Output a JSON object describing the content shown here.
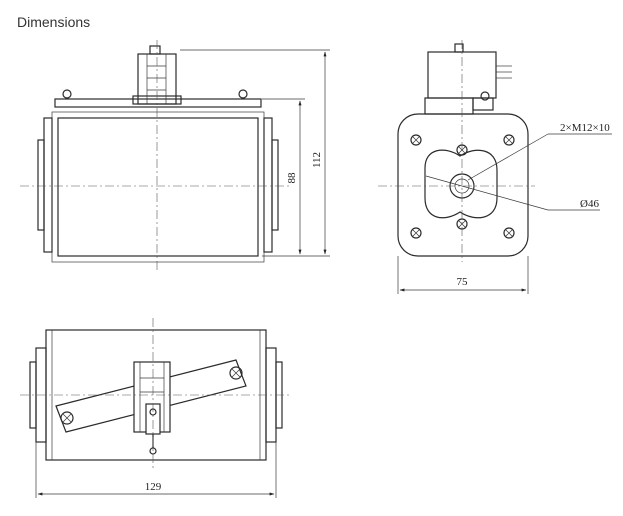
{
  "heading": "Dimensions",
  "dims": {
    "height_overall": "112",
    "height_body": "88",
    "width_side": "75",
    "thread": "2×M12×10",
    "bore": "Ø46",
    "length": "129"
  }
}
